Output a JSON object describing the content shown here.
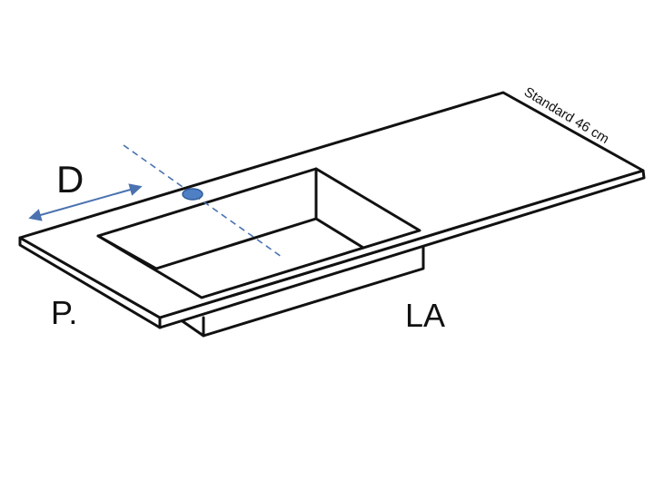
{
  "labels": {
    "depth": "D",
    "basin_side": "P.",
    "length": "LA",
    "standard_depth": "Standard 46 cm"
  },
  "colors": {
    "outline": "#111111",
    "axis_line": "#4a72b0",
    "drain_fill": "#4f7fc4",
    "drain_stroke": "#2e5a9a",
    "background": "#ffffff"
  },
  "icons": {
    "drain": "drain-hole-icon",
    "depth_arrow": "double-arrow-icon"
  }
}
